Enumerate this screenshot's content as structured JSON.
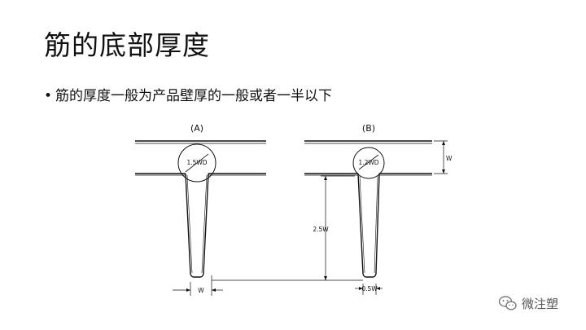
{
  "slide": {
    "title": "筋的底部厚度",
    "bullet": "筋的厚度一般为产品壁厚的一般或者一半以下"
  },
  "figure": {
    "label_a": "(A)",
    "label_b": "(B)",
    "circle_a": "1.5WD",
    "circle_b": "1.2WD",
    "dim_w_right": "W",
    "dim_height": "2.5W",
    "dim_w_bottom": "W",
    "dim_tip": "0.5W"
  },
  "watermark": {
    "text": "微注塑",
    "icon": "wechat-logo-icon"
  }
}
